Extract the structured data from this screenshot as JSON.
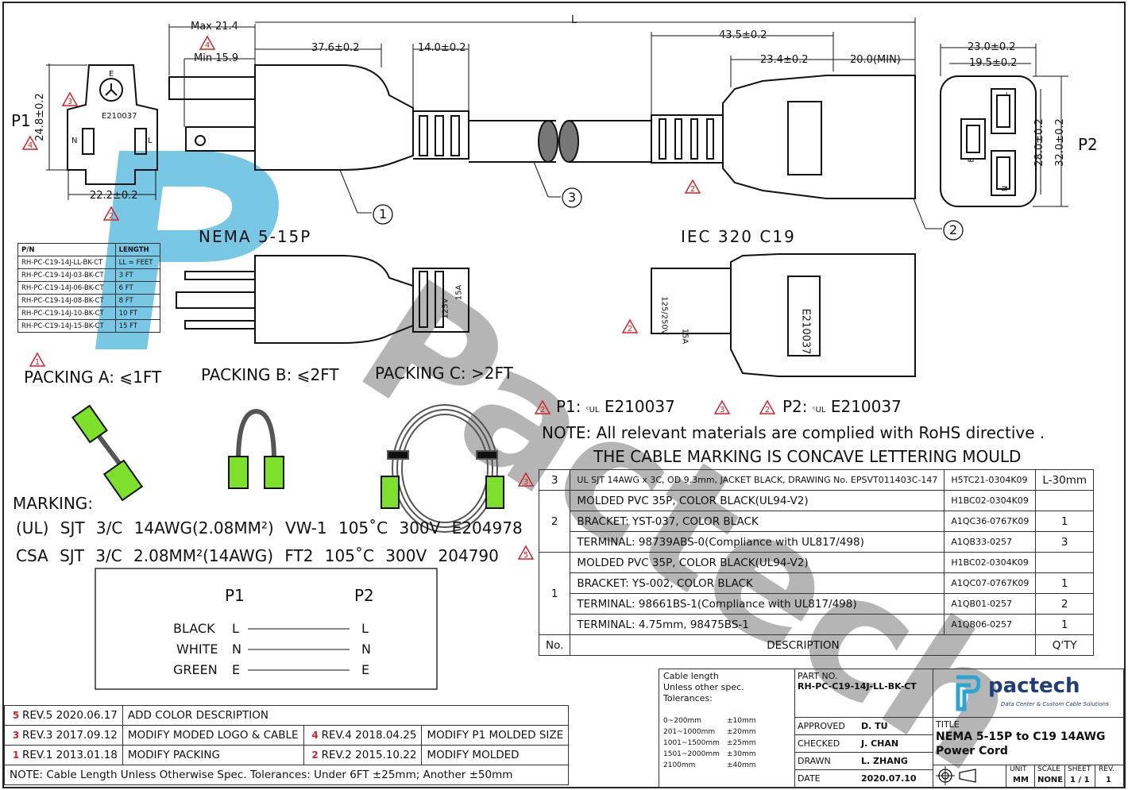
{
  "drawing": {
    "dimensions": {
      "L": "L",
      "max": "Max 21.4",
      "min": "Min 15.9",
      "d37": "37.6±0.2",
      "d14": "14.0±0.2",
      "d435": "43.5±0.2",
      "d234": "23.4±0.2",
      "d20": "20.0(MIN)",
      "d230": "23.0±0.2",
      "d195": "19.5±0.2",
      "d248": "24.8±0.2",
      "d222": "22.2±0.2",
      "d280": "28.0±0.2",
      "d320": "32.0±0.2"
    },
    "p1_label": "P1",
    "p2_label": "P2",
    "p1_face": {
      "e": "E",
      "n": "N",
      "l": "L",
      "cert": "E210037"
    },
    "p2_face": {
      "e": "E",
      "n": "N",
      "l": "L"
    },
    "callouts": [
      "1",
      "2",
      "3"
    ],
    "revision_marks": [
      "2",
      "3",
      "4",
      "5"
    ],
    "nema_title": "NEMA 5-15P",
    "iec_title": "IEC 320 C19",
    "plug_rating": [
      "125V",
      "15A"
    ],
    "c19_rating": [
      "125/250V",
      "15A"
    ],
    "c19_cert": "E210037",
    "cert_line": {
      "p1": "P1:",
      "p1_cert": "E210037",
      "p2": "P2:",
      "p2_cert": "E210037"
    },
    "notes": [
      "NOTE: All relevant materials are complied with RoHS directive .",
      "THE CABLE MARKING IS CONCAVE LETTERING MOULD"
    ],
    "packing": [
      "PACKING A: ⩽1FT",
      "PACKING B: ⩽2FT",
      "PACKING C: >2FT"
    ],
    "marking": {
      "title": "MARKING:",
      "line1": "(UL) SJT 3/C 14AWG(2.08MM²) VW-1 105˚C 300V E204978",
      "line2": "CSA SJT 3/C 2.08MM²(14AWG) FT2 105˚C 300V 204790"
    },
    "watermark": "Pactech"
  },
  "pn_table": {
    "headers": [
      "P/N",
      "LENGTH"
    ],
    "rows": [
      [
        "RH-PC-C19-14J-LL-BK-CT",
        "LL = FEET"
      ],
      [
        "RH-PC-C19-14J-03-BK-CT",
        "3 FT"
      ],
      [
        "RH-PC-C19-14J-06-BK-CT",
        "6 FT"
      ],
      [
        "RH-PC-C19-14J-08-BK-CT",
        "8 FT"
      ],
      [
        "RH-PC-C19-14J-10-BK-CT",
        "10 FT"
      ],
      [
        "RH-PC-C19-14J-15-BK-CT",
        "15 FT"
      ]
    ]
  },
  "wiring": {
    "p1": "P1",
    "p2": "P2",
    "rows": [
      {
        "color": "BLACK",
        "p1": "L",
        "p2": "L"
      },
      {
        "color": "WHITE",
        "p1": "N",
        "p2": "N"
      },
      {
        "color": "GREEN",
        "p1": "E",
        "p2": "E"
      }
    ]
  },
  "bom": {
    "rows": [
      {
        "no": "3",
        "desc": "UL SJT 14AWG x 3C, OD 9.3mm, JACKET BLACK, DRAWING No. EPSVT011403C-147",
        "part": "H5TC21-0304K09",
        "qty": "L-30mm"
      },
      {
        "no": "2",
        "desc": "MOLDED PVC 35P, COLOR BLACK(UL94-V2)",
        "part": "H1BC02-0304K09",
        "qty": ""
      },
      {
        "no": "",
        "desc": "BRACKET: YST-037, COLOR BLACK",
        "part": "A1QC36-0767K09",
        "qty": "1"
      },
      {
        "no": "",
        "desc": "TERMINAL: 98739ABS-0(Compliance with UL817/498)",
        "part": "A1QB33-0257",
        "qty": "3"
      },
      {
        "no": "1",
        "desc": "MOLDED PVC 35P, COLOR BLACK(UL94-V2)",
        "part": "H1BC02-0304K09",
        "qty": ""
      },
      {
        "no": "",
        "desc": "BRACKET: YS-002, COLOR BLACK",
        "part": "A1QC07-0767K09",
        "qty": "1"
      },
      {
        "no": "",
        "desc": "TERMINAL: 98661BS-1(Compliance with UL817/498)",
        "part": "A1QB01-0257",
        "qty": "2"
      },
      {
        "no": "",
        "desc": "TERMINAL: 4.75mm, 98475BS-1",
        "part": "A1QB06-0257",
        "qty": "1"
      }
    ],
    "headers": {
      "no": "No.",
      "desc": "DESCRIPTION",
      "qty": "Q'TY"
    }
  },
  "revisions": [
    {
      "mark": "5",
      "rev": "REV.5",
      "date": "2020.06.17",
      "desc": "ADD COLOR DESCRIPTION"
    },
    {
      "mark": "3",
      "rev": "REV.3",
      "date": "2017.09.12",
      "desc": "MODIFY MODED LOGO & CABLE"
    },
    {
      "mark": "4",
      "rev": "REV.4",
      "date": "2018.04.25",
      "desc": "MODIFY P1 MOLDED SIZE"
    },
    {
      "mark": "1",
      "rev": "REV.1",
      "date": "2013.01.18",
      "desc": "MODIFY PACKING"
    },
    {
      "mark": "2",
      "rev": "REV.2",
      "date": "2015.10.22",
      "desc": "MODIFY MOLDED"
    }
  ],
  "footnote": "NOTE: Cable Length Unless Otherwise Spec. Tolerances: Under 6FT ±25mm; Another ±50mm",
  "title_block": {
    "cable_length": "Cable length",
    "unless": "Unless other spec.",
    "tolerances": "Tolerances:",
    "tol_rows": [
      [
        "0~200mm",
        "±10mm"
      ],
      [
        "201~1000mm",
        "±20mm"
      ],
      [
        "1001~1500mm",
        "±25mm"
      ],
      [
        "1501~2000mm",
        "±30mm"
      ],
      [
        "2100mm",
        "±40mm"
      ]
    ],
    "part_no_label": "PART NO.",
    "part_no": "RH-PC-C19-14J-LL-BK-CT",
    "approved_label": "APPROVED",
    "approved": "D. TU",
    "checked_label": "CHECKED",
    "checked": "J. CHAN",
    "drawn_label": "DRAWN",
    "drawn": "L. ZHANG",
    "date_label": "DATE",
    "date": "2020.07.10",
    "logo_text": "pactech",
    "logo_tagline": "Data Center & Custom Cable Solutions",
    "title_label": "TITLE",
    "title_line1": "NEMA 5-15P to C19 14AWG",
    "title_line2": "Power Cord",
    "unit_label": "UNIT",
    "unit": "MM",
    "scale_label": "SCALE",
    "scale": "NONE",
    "sheet_label": "SHEET",
    "sheet": "1 / 1",
    "rev_label": "REV.",
    "rev": "1"
  },
  "colors": {
    "revision_red": "#d2232a",
    "watermark_blue": "#2aa6d6",
    "watermark_gray": "#8a8a8a",
    "connector_green": "#7de02a"
  }
}
